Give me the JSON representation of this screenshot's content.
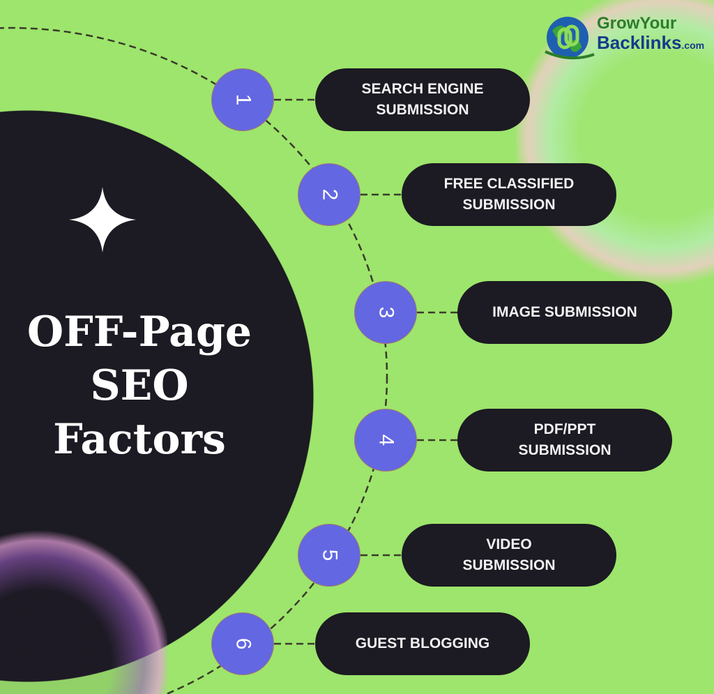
{
  "title_lines": [
    "OFF-Page",
    "SEO",
    "Factors"
  ],
  "logo": {
    "line1": "GrowYour",
    "line2": "Backlinks",
    "suffix": ".com"
  },
  "factors": [
    {
      "number": "1",
      "lines": [
        "SEARCH ENGINE",
        "SUBMISSION"
      ]
    },
    {
      "number": "2",
      "lines": [
        "FREE CLASSIFIED",
        "SUBMISSION"
      ]
    },
    {
      "number": "3",
      "lines": [
        "IMAGE SUBMISSION"
      ]
    },
    {
      "number": "4",
      "lines": [
        "PDF/PPT",
        "SUBMISSION"
      ]
    },
    {
      "number": "5",
      "lines": [
        "VIDEO",
        "SUBMISSION"
      ]
    },
    {
      "number": "6",
      "lines": [
        "GUEST BLOGGING"
      ]
    }
  ],
  "colors": {
    "background": "#9de56c",
    "dark": "#1c1a22",
    "accent": "#6367e1"
  }
}
